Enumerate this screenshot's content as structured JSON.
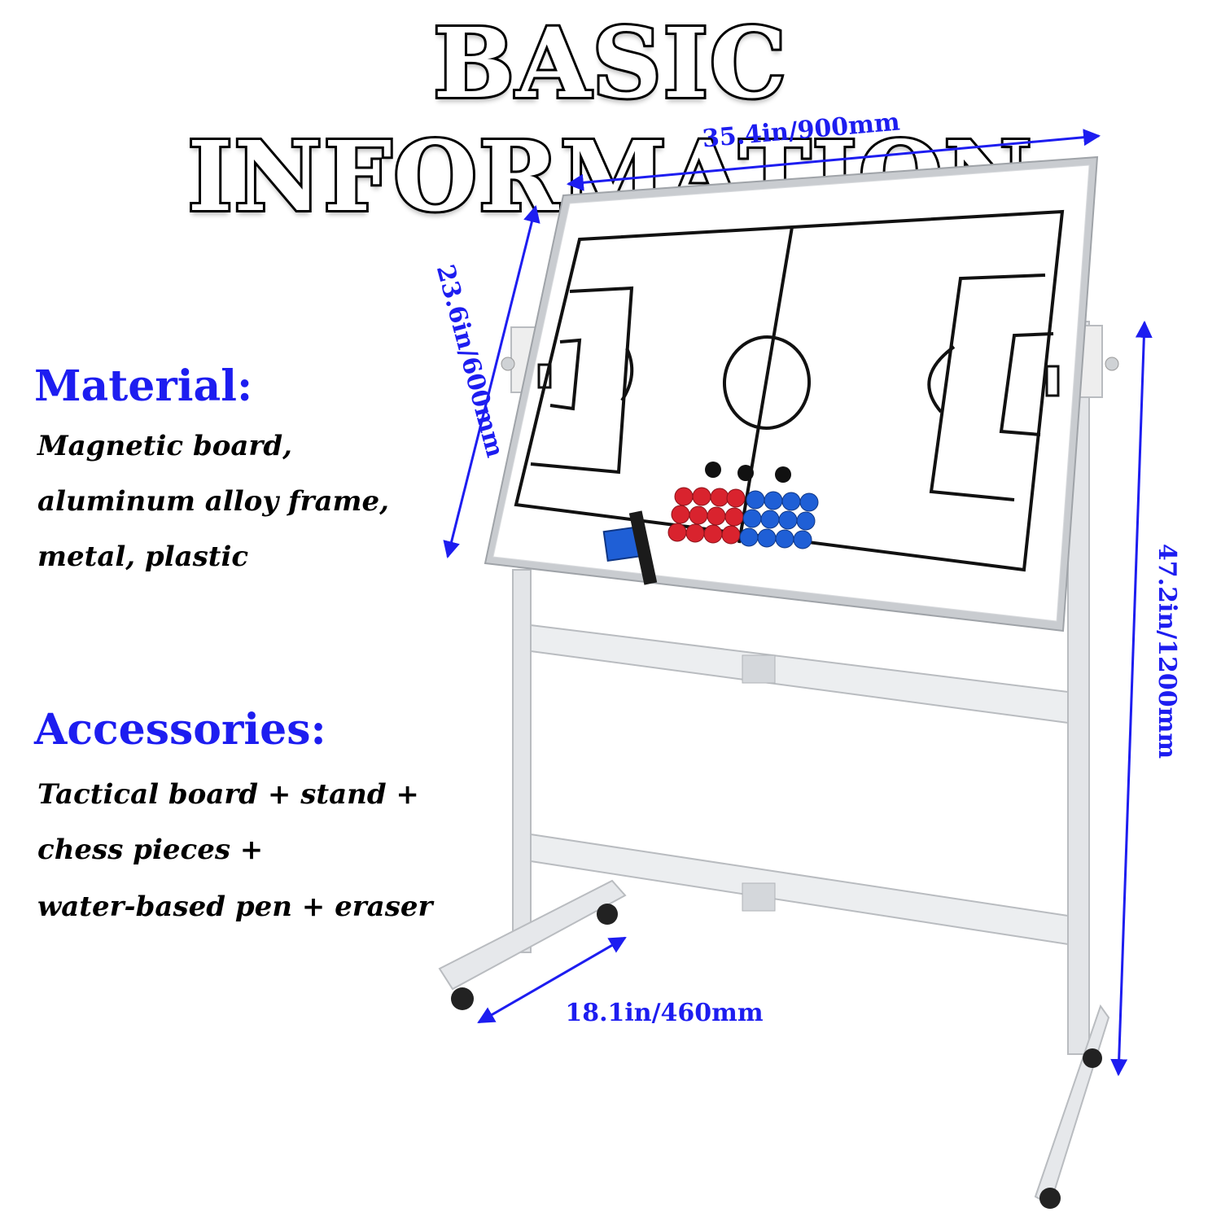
{
  "title": "BASIC INFORMATION",
  "material": {
    "heading": "Material:",
    "lines": [
      "Magnetic board,",
      "aluminum alloy frame,",
      "metal, plastic"
    ]
  },
  "accessories": {
    "heading": "Accessories:",
    "lines": [
      "Tactical board + stand +",
      "chess pieces +",
      "water-based pen + eraser"
    ]
  },
  "dimensions": {
    "width": "35.4in/900mm",
    "height": "23.6in/600mm",
    "total_height": "47.2in/1200mm",
    "base_depth": "18.1in/460mm"
  },
  "colors": {
    "accent": "#1d1df0",
    "magnet_red": "#d9232e",
    "magnet_blue": "#1f5fd6",
    "frame": "#c9ccd0"
  }
}
